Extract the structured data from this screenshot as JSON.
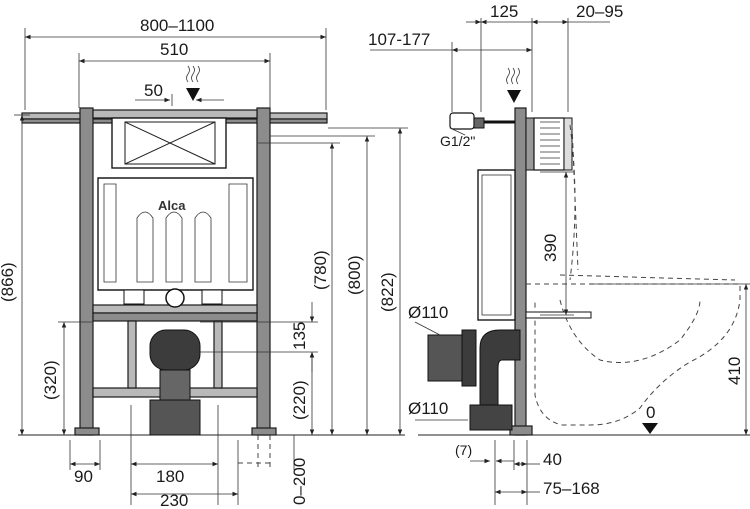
{
  "front_view": {
    "width_range": "800–1100",
    "frame_width": "510",
    "inlet_offset": "50",
    "brand": "Alca",
    "height_866": "(866)",
    "height_320": "(320)",
    "height_780": "(780)",
    "height_800": "(800)",
    "height_822": "(822)",
    "height_135": "135",
    "height_220": "(220)",
    "floor_adjust": "0–200",
    "foot_90": "90",
    "spacing_180": "180",
    "spacing_230": "230"
  },
  "side_view": {
    "depth_107_177": "107-177",
    "depth_125": "125",
    "depth_20_95": "20–95",
    "thread": "G1/2\"",
    "height_390": "390",
    "pipe_110_upper": "Ø110",
    "pipe_110_lower": "Ø110",
    "height_410": "410",
    "offset_7": "(7)",
    "offset_40": "40",
    "offset_75_168": "75–168",
    "zero_mark": "0"
  }
}
